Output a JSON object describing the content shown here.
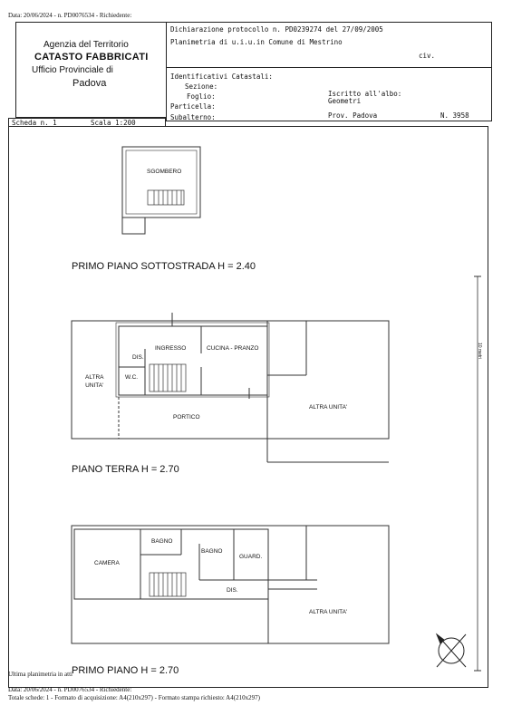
{
  "top_note": "Data: 20/06/2024 - n. PD0076534 - Richiedente:",
  "header": {
    "agency_line1": "Agenzia del Territorio",
    "agency_line2": "CATASTO FABBRICATI",
    "agency_line3": "Ufficio Provinciale di",
    "agency_line4": "Padova",
    "protocol_label": "Dichiarazione protocollo n.",
    "protocol_number": "PD0239274",
    "protocol_date_label": "del",
    "protocol_date": "27/09/2005",
    "planimetry": "Planimetria di u.i.u.in Comune di Mestrino",
    "civ": "civ.",
    "ident_title": "Identificativi Catastali:",
    "sezione": "Sezione:",
    "foglio": "Foglio:",
    "particella": "Particella:",
    "subalterno": "Subalterno:",
    "iscritto": "Iscritto all'albo:",
    "iscritto_value": "Geometri",
    "prov": "Prov. Padova",
    "num": "N.  3958",
    "scheda": "Scheda n. 1",
    "scala": "Scala 1:200"
  },
  "floors": {
    "basement_title": "PRIMO PIANO SOTTOSTRADA H = 2.40",
    "ground_title": "PIANO TERRA H = 2.70",
    "first_title": "PRIMO PIANO H = 2.70"
  },
  "rooms": {
    "sgombero": "SGOMBERO",
    "altra_unita_left": "ALTRA\nUNITA'",
    "dis_ground": "DIS.",
    "ingresso": "INGRESSO",
    "cucina": "CUCINA - PRANZO",
    "wc": "W.C.",
    "portico": "PORTICO",
    "altra_unita_ground": "ALTRA UNITA'",
    "bagno1": "BAGNO",
    "bagno2": "BAGNO",
    "camera": "CAMERA",
    "guard": "GUARD.",
    "dis_first": "DIS.",
    "altra_unita_first": "ALTRA UNITA'"
  },
  "side_scale": "10 metri",
  "footer": {
    "ultima": "Ultima planimetria in atti",
    "line1": "Data: 20/06/2024 - n. PD0076534 - Richiedente:",
    "line2": "Totale schede: 1 - Formato di acquisizione: A4(210x297) - Formato stampa richiesto: A4(210x297)"
  }
}
